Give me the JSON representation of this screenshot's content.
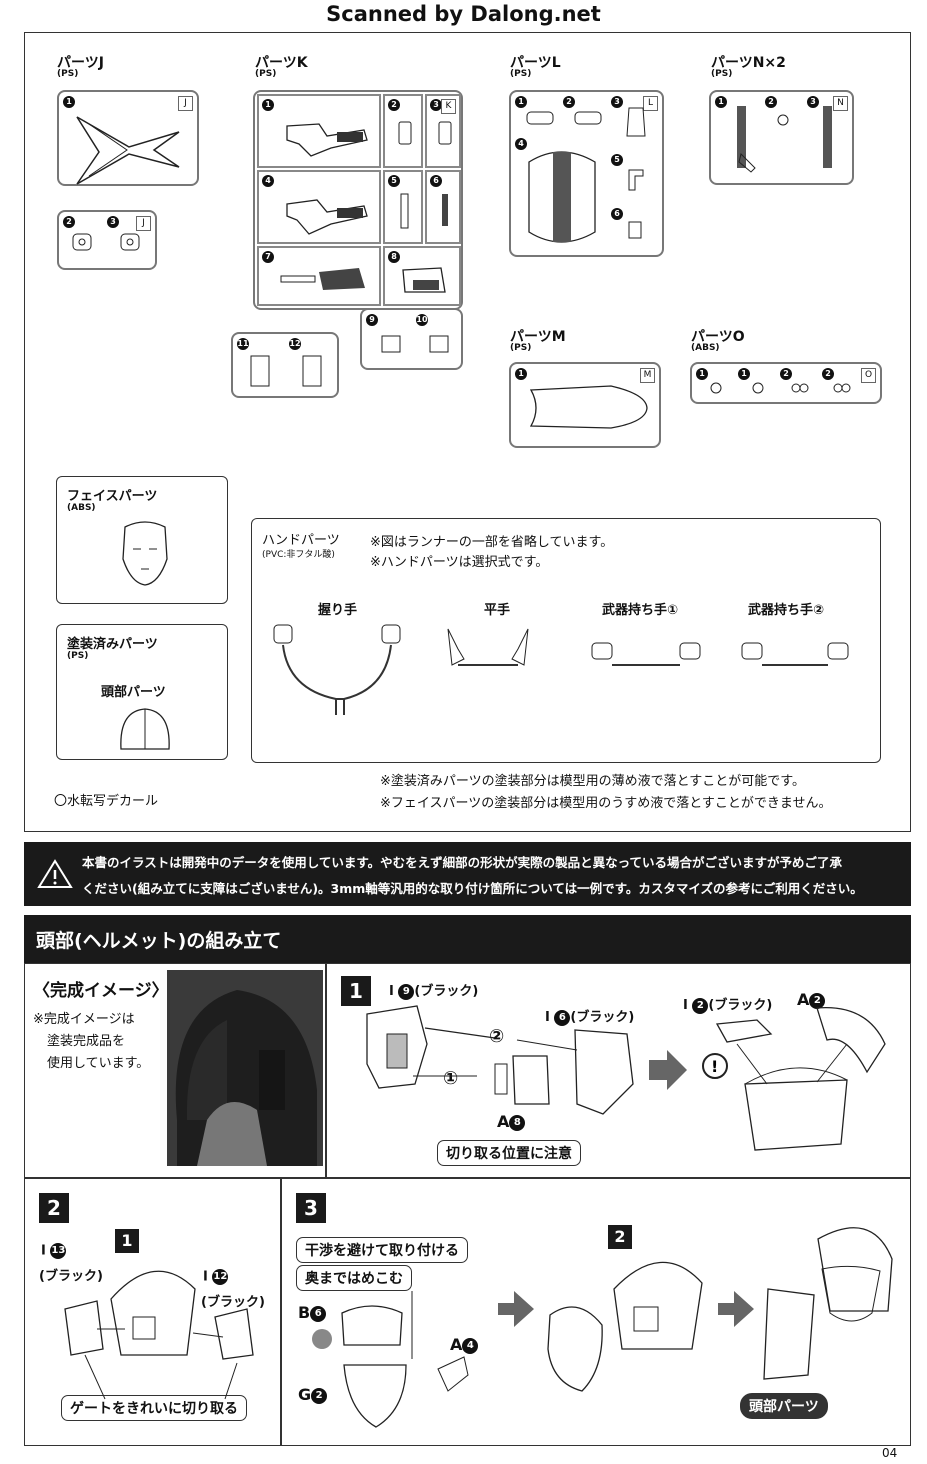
{
  "header": "Scanned by Dalong.net",
  "parts": {
    "J": {
      "label": "パーツJ",
      "material": "(PS)",
      "tag": "J",
      "nums": [
        "1",
        "2",
        "3"
      ]
    },
    "K": {
      "label": "パーツK",
      "material": "(PS)",
      "tag": "K",
      "nums": [
        "1",
        "2",
        "3",
        "4",
        "5",
        "6",
        "7",
        "8",
        "9",
        "10",
        "11",
        "12"
      ]
    },
    "L": {
      "label": "パーツL",
      "material": "(PS)",
      "tag": "L",
      "nums": [
        "1",
        "2",
        "3",
        "4",
        "5",
        "6"
      ]
    },
    "N": {
      "label": "パーツN×2",
      "material": "(PS)",
      "tag": "N",
      "nums": [
        "1",
        "2",
        "3"
      ]
    },
    "M": {
      "label": "パーツM",
      "material": "(PS)",
      "tag": "M",
      "nums": [
        "1"
      ]
    },
    "O": {
      "label": "パーツO",
      "material": "(ABS)",
      "tag": "O",
      "nums": [
        "1",
        "1",
        "2",
        "2"
      ]
    }
  },
  "face": {
    "label": "フェイスパーツ",
    "material": "(ABS)"
  },
  "painted": {
    "label": "塗装済みパーツ",
    "material": "(PS)",
    "item": "頭部パーツ"
  },
  "decal": "〇水転写デカール",
  "hands": {
    "label": "ハンドパーツ",
    "material": "(PVC:非フタル酸)",
    "note1": "※図はランナーの一部を省略しています。",
    "note2": "※ハンドパーツは選択式です。",
    "types": [
      "握り手",
      "平手",
      "武器持ち手①",
      "武器持ち手②"
    ]
  },
  "notes": {
    "n1": "※塗装済みパーツの塗装部分は模型用の薄め液で落とすことが可能です。",
    "n2": "※フェイスパーツの塗装部分は模型用のうすめ液で落とすことができません。"
  },
  "warning": {
    "line1": "本書のイラストは開発中のデータを使用しています。やむをえず細部の形状が実際の製品と異なっている場合がございますが予めご了承",
    "line2": "ください(組み立てに支障はございません)。3mm軸等汎用的な取り付け箇所については一例です。カスタマイズの参考にご利用ください。"
  },
  "section_title": "頭部(ヘルメット)の組み立て",
  "complete": {
    "title": "〈完成イメージ〉",
    "note1": "※完成イメージは",
    "note2": "塗装完成品を",
    "note3": "使用しています。"
  },
  "step1": {
    "num": "1",
    "l1": "I",
    "l1n": "9",
    "l1c": "(ブラック)",
    "l2": "I",
    "l2n": "6",
    "l2c": "(ブラック)",
    "a8": "A",
    "a8n": "8",
    "o1": "①",
    "o2": "②",
    "callout": "切り取る位置に注意",
    "r1": "I",
    "r1n": "2",
    "r1c": "(ブラック)",
    "ra": "A",
    "ran": "2"
  },
  "step2": {
    "num": "2",
    "ref": "1",
    "l1": "I",
    "l1n": "13",
    "l1c": "(ブラック)",
    "l2": "I",
    "l2n": "12",
    "l2c": "(ブラック)",
    "callout": "ゲートをきれいに切り取る"
  },
  "step3": {
    "num": "3",
    "callout1": "干渉を避けて取り付ける",
    "callout2": "奥まではめこむ",
    "b": "B",
    "bn": "6",
    "g": "G",
    "gn": "2",
    "a": "A",
    "an": "4",
    "ref": "2",
    "result": "頭部パーツ"
  },
  "page_number": "04"
}
